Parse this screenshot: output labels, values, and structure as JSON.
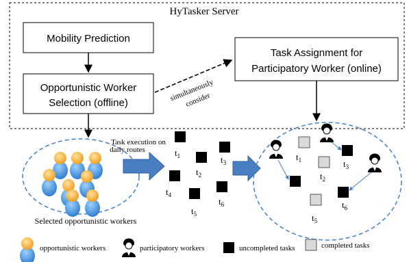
{
  "server": {
    "title": "HyTasker Server",
    "mobility_prediction": "Mobility Prediction",
    "worker_selection_line1": "Opportunistic Worker",
    "worker_selection_line2": "Selection (offline)",
    "task_assignment_line1": "Task Assignment for",
    "task_assignment_line2": "Participatory Worker (online)",
    "simultaneously_line1": "simultaneously",
    "simultaneously_line2": "consider"
  },
  "middle": {
    "task_execution_line1": "Task execution on",
    "task_execution_line2": "daily routes",
    "selected_workers_caption": "Selected opportunistic workers"
  },
  "tasks_middle": [
    {
      "label": "t",
      "sub": "1"
    },
    {
      "label": "t",
      "sub": "2"
    },
    {
      "label": "t",
      "sub": "3"
    },
    {
      "label": "t",
      "sub": "4"
    },
    {
      "label": "t",
      "sub": "5"
    },
    {
      "label": "t",
      "sub": "6"
    }
  ],
  "tasks_right": [
    {
      "label": "t",
      "sub": "1"
    },
    {
      "label": "t",
      "sub": "2"
    },
    {
      "label": "t",
      "sub": "3"
    },
    {
      "label": "t",
      "sub": "5"
    },
    {
      "label": "t",
      "sub": "6"
    }
  ],
  "legend": {
    "opportunistic": "opportunistic workers",
    "participatory": "participatory workers",
    "uncompleted": "uncompleted tasks",
    "completed": "completed tasks"
  },
  "colors": {
    "worker_orange": "#f5a623",
    "worker_blue": "#3b8fd8",
    "arrow_blue": "#4a7ec2",
    "ellipse_blue": "#4a86c8",
    "task_black": "#000000",
    "task_gray": "#d9d9d9"
  }
}
